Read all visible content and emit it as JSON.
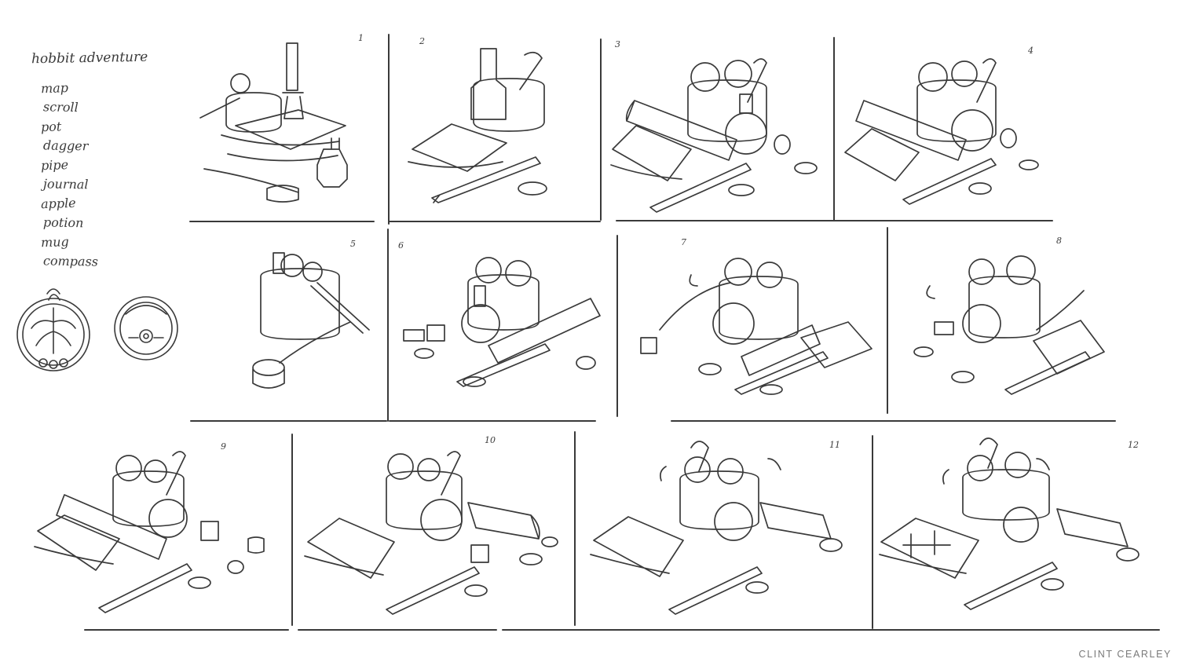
{
  "notes": {
    "title": "hobbit adventure",
    "items": [
      "map",
      "scroll",
      "pot",
      "dagger",
      "pipe",
      "journal",
      "apple",
      "potion",
      "mug",
      "compass"
    ]
  },
  "thumbnails": [
    {
      "number": "1"
    },
    {
      "number": "2"
    },
    {
      "number": "3"
    },
    {
      "number": "4"
    },
    {
      "number": "5"
    },
    {
      "number": "6"
    },
    {
      "number": "7"
    },
    {
      "number": "8"
    },
    {
      "number": "9"
    },
    {
      "number": "10"
    },
    {
      "number": "11"
    },
    {
      "number": "12"
    }
  ],
  "credit": "CLINT CEARLEY",
  "colors": {
    "ink": "#3a3a3a",
    "paper": "#ffffff",
    "credit": "#7a7a7a"
  }
}
